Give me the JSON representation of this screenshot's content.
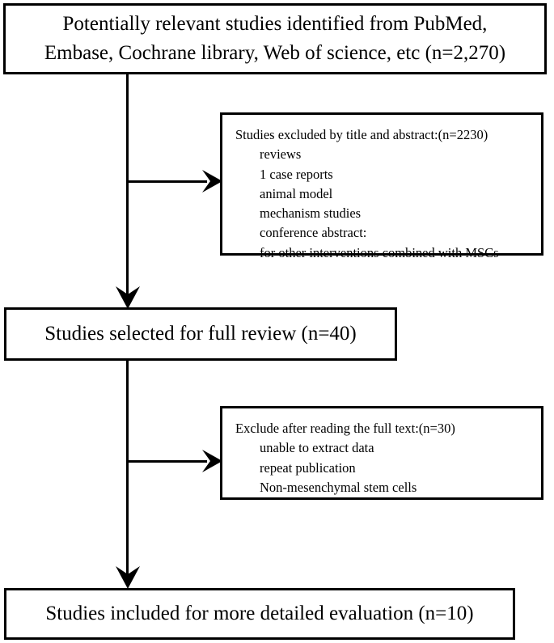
{
  "diagram": {
    "type": "prisma-study-selection-flowchart",
    "orientation": "vertical",
    "line_color": "#000000",
    "background_color": "#ffffff",
    "text_color": "#000000"
  },
  "nodes": {
    "identification": {
      "id": "box-identification",
      "role": "main",
      "text": "Potentially relevant studies identified from PubMed,\nEmbase, Cochrane library, Web of science, etc (n=2,270)",
      "count_label": "n=2,270",
      "count": 2270
    },
    "excluded_title_abstract": {
      "id": "box-excluded-title-abstract",
      "role": "exclusion",
      "heading": "Studies excluded by title and abstract:(n=2230)",
      "count_label": "n=2230",
      "count": 2230,
      "reasons": [
        "reviews",
        "1 case reports",
        "animal model",
        "mechanism studies",
        "conference abstract:",
        "for other interventions combined with MSCs"
      ]
    },
    "full_review": {
      "id": "box-full-review",
      "role": "main",
      "text": "Studies selected for full review (n=40)",
      "count_label": "n=40",
      "count": 40
    },
    "excluded_full_text": {
      "id": "box-excluded-full-text",
      "role": "exclusion",
      "heading": "Exclude after reading the full text:(n=30)",
      "count_label": "n=30",
      "count": 30,
      "reasons": [
        "unable to extract data",
        "repeat publication",
        "Non-mesenchymal stem cells"
      ]
    },
    "included": {
      "id": "box-included",
      "role": "main",
      "text": "Studies included for more detailed evaluation (n=10)",
      "count_label": "n=10",
      "count": 10
    }
  },
  "connectors": [
    {
      "id": "connector-identification-to-full-review",
      "from": "identification",
      "to": "full_review",
      "direction": "down",
      "arrowhead": true
    },
    {
      "id": "connector-branch-to-excluded-title-abstract",
      "from": "identification",
      "to": "excluded_title_abstract",
      "direction": "right",
      "arrowhead": true
    },
    {
      "id": "connector-full-review-to-included",
      "from": "full_review",
      "to": "included",
      "direction": "down",
      "arrowhead": true
    },
    {
      "id": "connector-branch-to-excluded-full-text",
      "from": "full_review",
      "to": "excluded_full_text",
      "direction": "right",
      "arrowhead": true
    }
  ]
}
